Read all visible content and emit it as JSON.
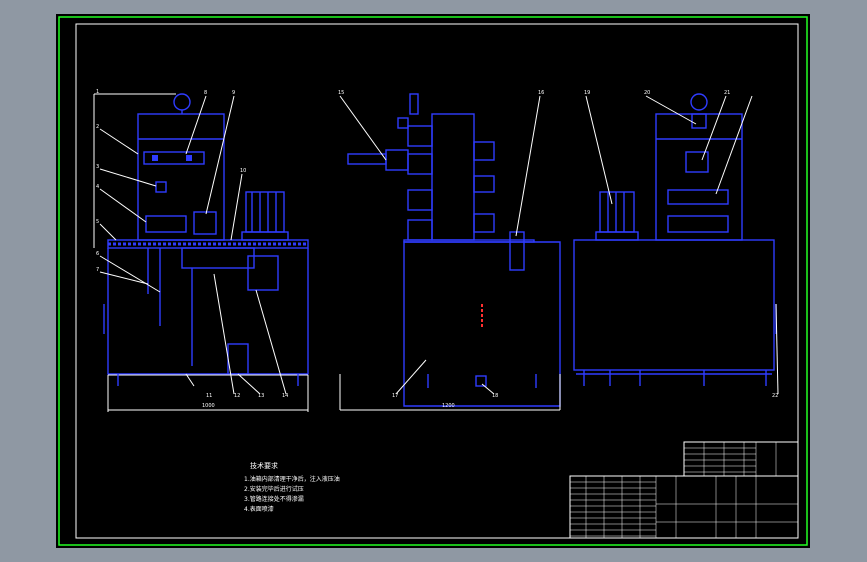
{
  "drawing": {
    "tech_title": "技术要求",
    "notes": [
      "1.油箱内部清理干净后，注入液压油",
      "2.安装完毕后进行试压",
      "3.管路连接处不得渗漏",
      "4.表面喷漆"
    ],
    "dims": {
      "front_width": "1000",
      "side_width": "1200"
    },
    "callouts": [
      "1",
      "2",
      "3",
      "4",
      "5",
      "6",
      "7",
      "8",
      "9",
      "10",
      "11",
      "12",
      "13",
      "14",
      "15",
      "16",
      "17",
      "18",
      "19",
      "20",
      "21",
      "22"
    ]
  },
  "colors": {
    "background": "#8f98a3",
    "sheet": "#000000",
    "border": "#22ff22",
    "lines": "#2f3cff",
    "text": "#ffffff"
  }
}
